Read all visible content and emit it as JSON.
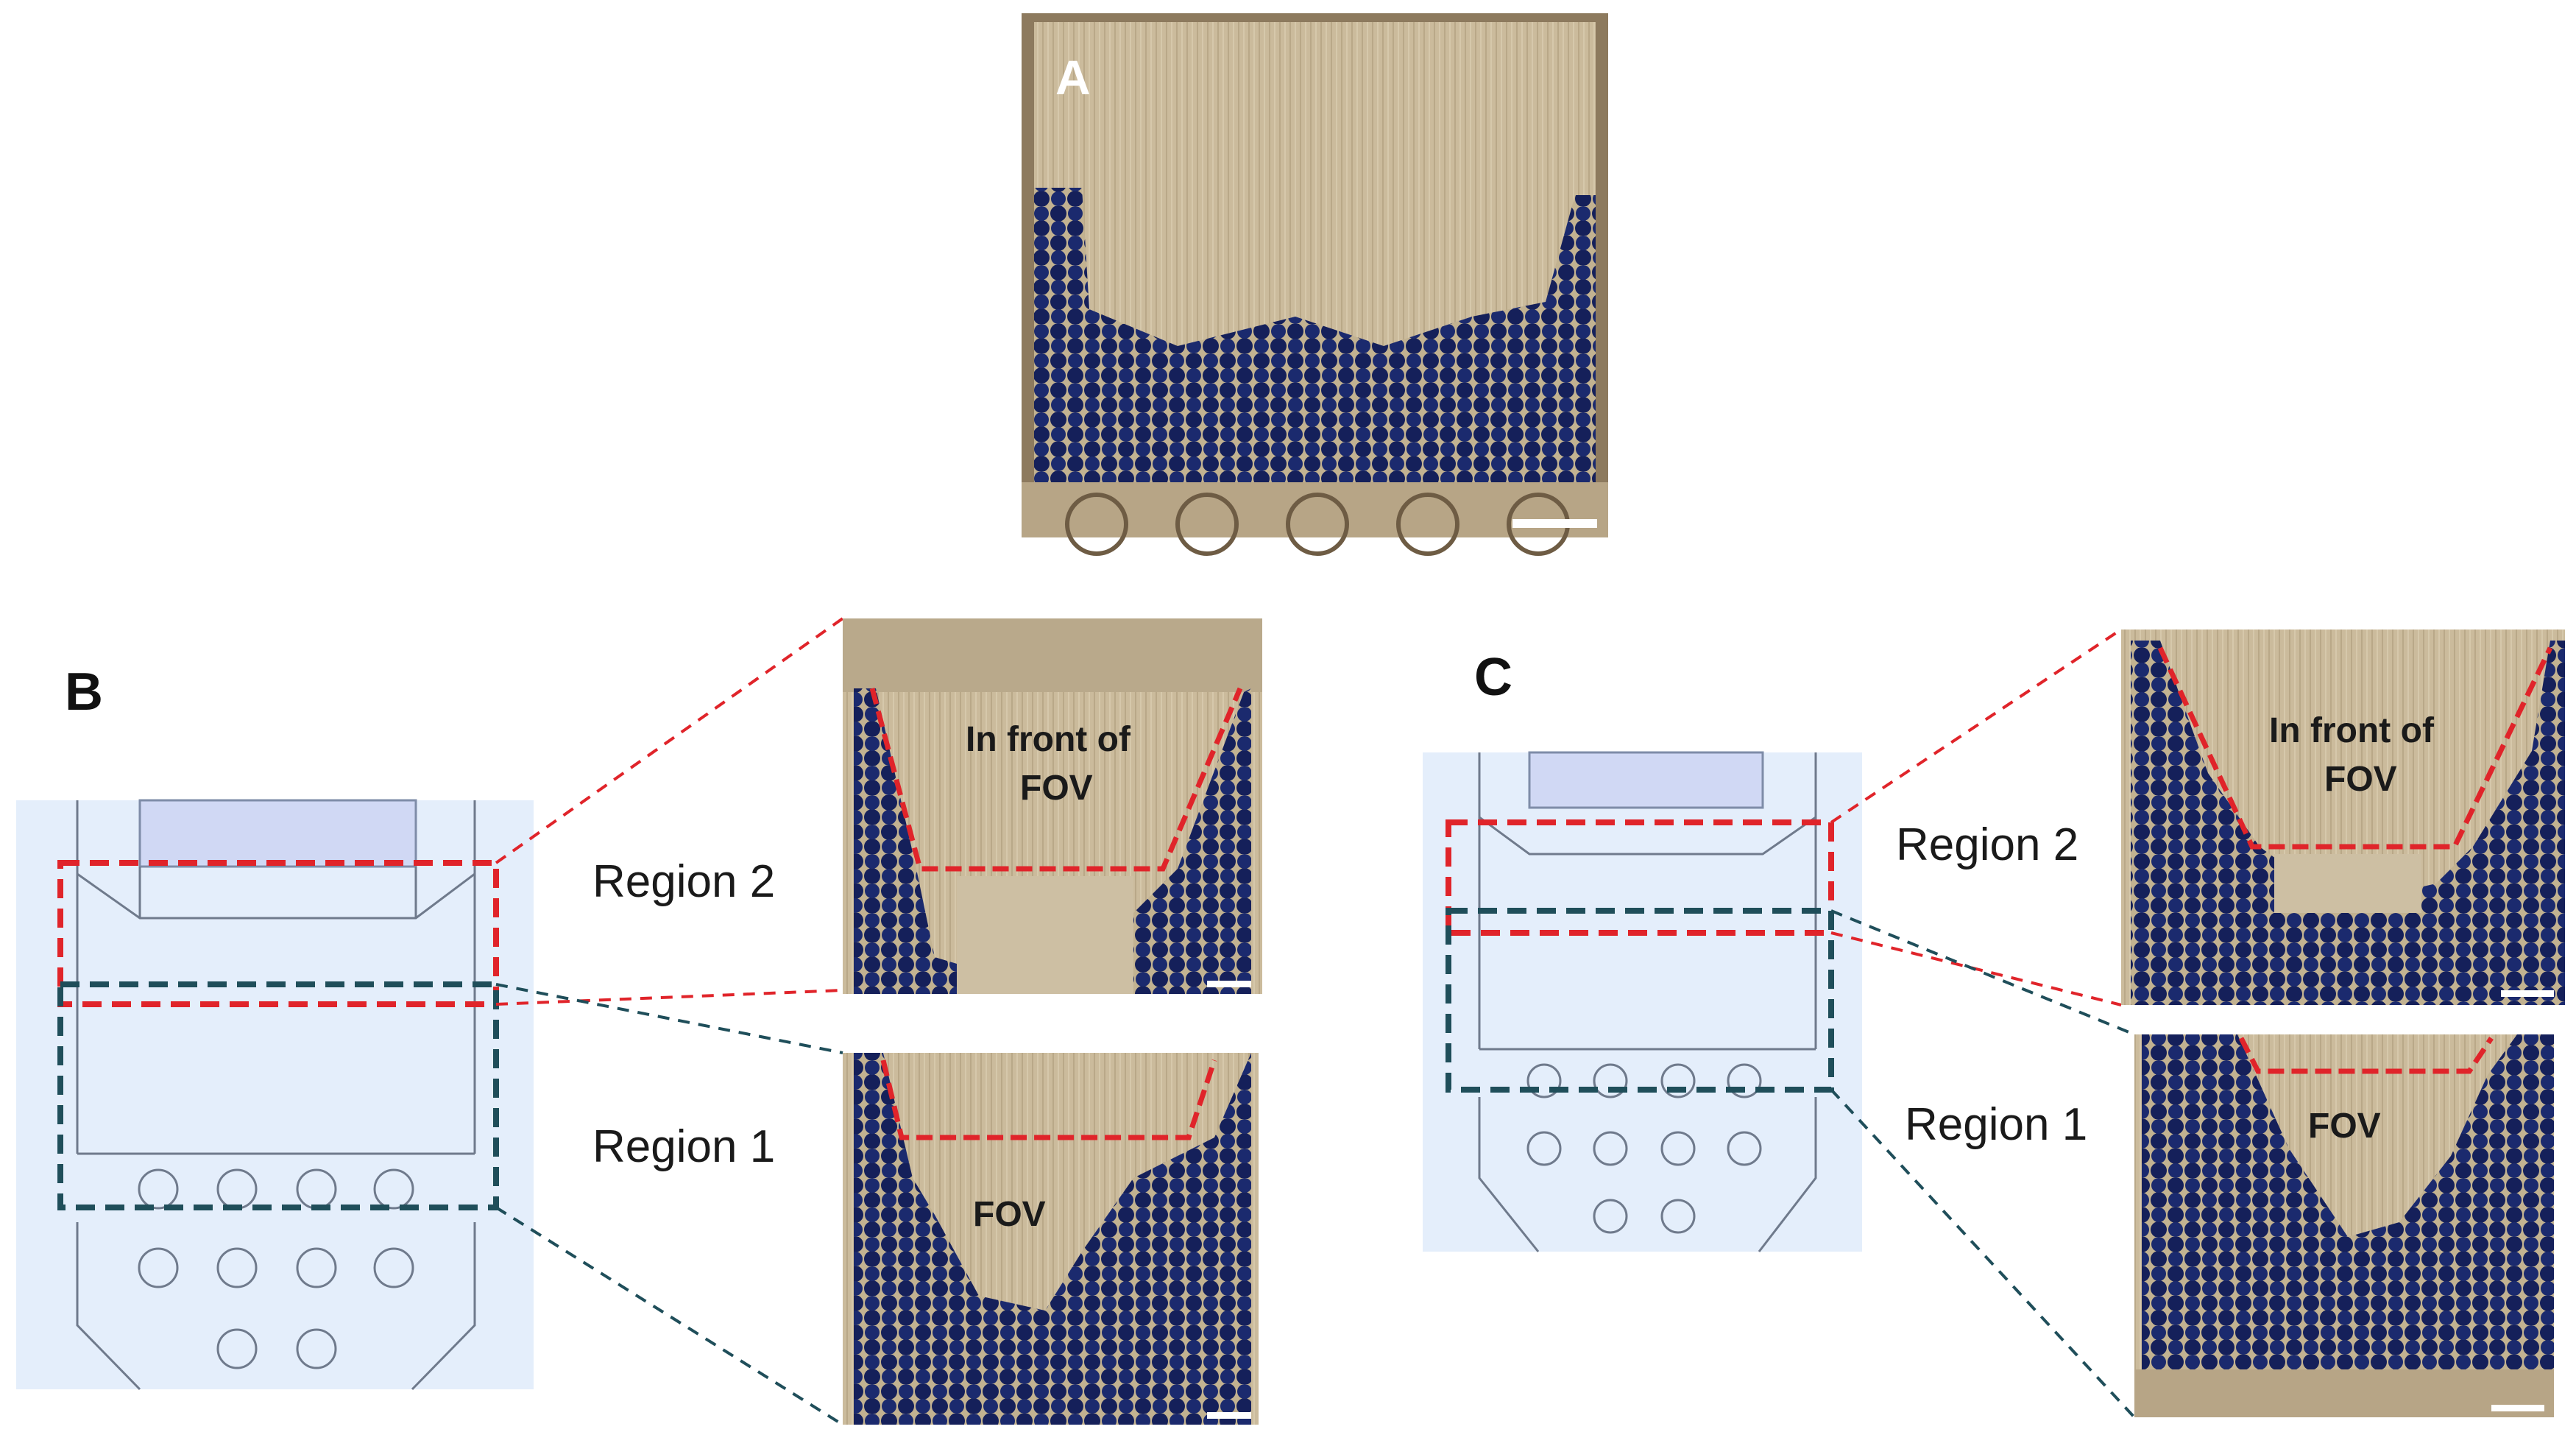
{
  "panels": {
    "a": {
      "letter": "A"
    },
    "b": {
      "letter": "B",
      "region_top": "Region 2",
      "region_bottom": "Region 1"
    },
    "c": {
      "letter": "C",
      "region_top": "Region 2",
      "region_bottom": "Region 1"
    }
  },
  "overlays": {
    "b_top_line1": "In front of",
    "b_top_line2": "FOV",
    "b_bottom": "FOV",
    "c_top_line1": "In front of",
    "c_top_line2": "FOV",
    "c_bottom": "FOV"
  },
  "colors": {
    "region2_box": "#e0242a",
    "region1_box": "#1f4e5a",
    "schematic_bg": "#e4eefb",
    "bead": "#14205a",
    "channel": "#c9b89a"
  }
}
